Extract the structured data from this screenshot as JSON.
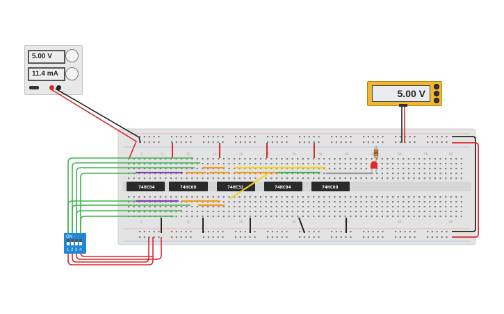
{
  "power_supply": {
    "voltage_display": "5.00 V",
    "current_display": "11.4 mA"
  },
  "multimeter": {
    "reading": "5.00 V"
  },
  "chips": [
    {
      "label": "74HC04"
    },
    {
      "label": "74HC08"
    },
    {
      "label": "74HC32"
    },
    {
      "label": "74HC04"
    },
    {
      "label": "74HC08"
    }
  ],
  "dip_switch": {
    "on_label": "ON",
    "numbers": [
      "1",
      "2",
      "3",
      "4"
    ]
  },
  "breadboard": {
    "column_numbers": [
      "1",
      "5",
      "10",
      "15",
      "20",
      "25",
      "30",
      "35",
      "40",
      "45",
      "50",
      "55",
      "60"
    ]
  },
  "colors": {
    "wire_red": "#d9262a",
    "wire_black": "#222222",
    "wire_green": "#3fb34f",
    "wire_orange": "#f39a1e",
    "wire_yellow": "#f4d320",
    "wire_purple": "#7b3fb0",
    "wire_gray": "#9a9a9a",
    "chip_body": "#2a2a2a",
    "dip_body": "#1f87d6",
    "meter_body": "#f0b730"
  }
}
